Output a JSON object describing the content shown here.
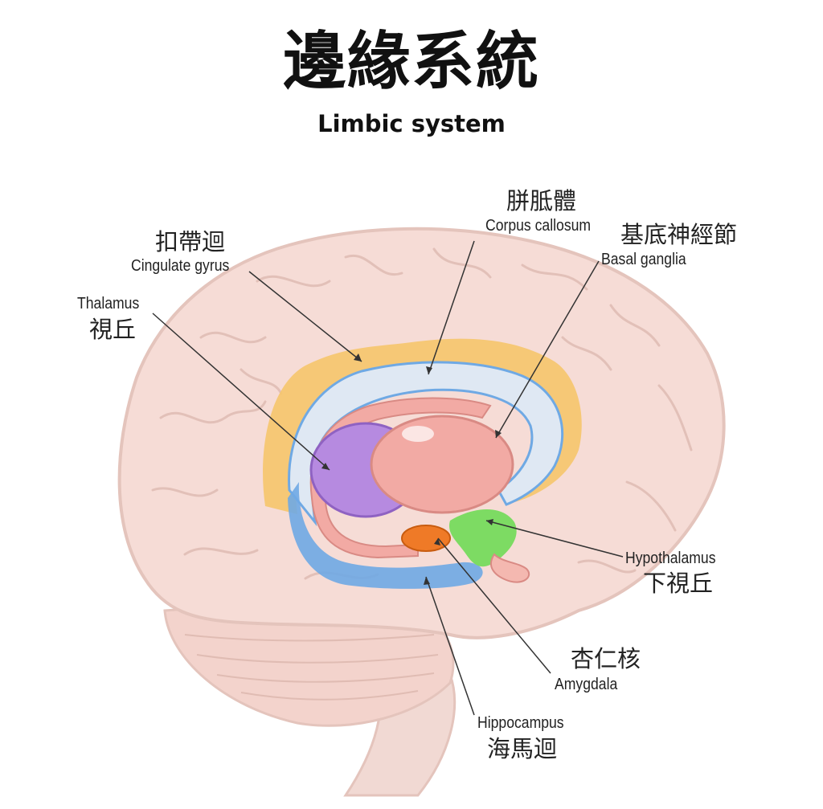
{
  "title": {
    "zh": "邊緣系統",
    "en": "Limbic system"
  },
  "labels": {
    "corpus_callosum": {
      "zh": "胼胝體",
      "en": "Corpus callosum"
    },
    "basal_ganglia": {
      "zh": "基底神經節",
      "en": "Basal ganglia"
    },
    "cingulate_gyrus": {
      "zh": "扣帶迴",
      "en": "Cingulate gyrus"
    },
    "thalamus": {
      "zh": "視丘",
      "en": "Thalamus"
    },
    "hypothalamus": {
      "zh": "下視丘",
      "en": "Hypothalamus"
    },
    "amygdala": {
      "zh": "杏仁核",
      "en": "Amygdala"
    },
    "hippocampus": {
      "zh": "海馬迴",
      "en": "Hippocampus"
    }
  },
  "colors": {
    "cerebrum": "#f6dcd6",
    "cerebrum_outline": "#e4c4bc",
    "cingulate_gyrus": "#f6c56c",
    "corpus_callosum": "#dfe8f3",
    "fornix_blue": "#6fa9e4",
    "thalamus": "#b68ae0",
    "basal_ganglia": "#f2aaa4",
    "hypothalamus": "#7ddb63",
    "amygdala": "#ef7a27",
    "leader_line": "#333333"
  }
}
